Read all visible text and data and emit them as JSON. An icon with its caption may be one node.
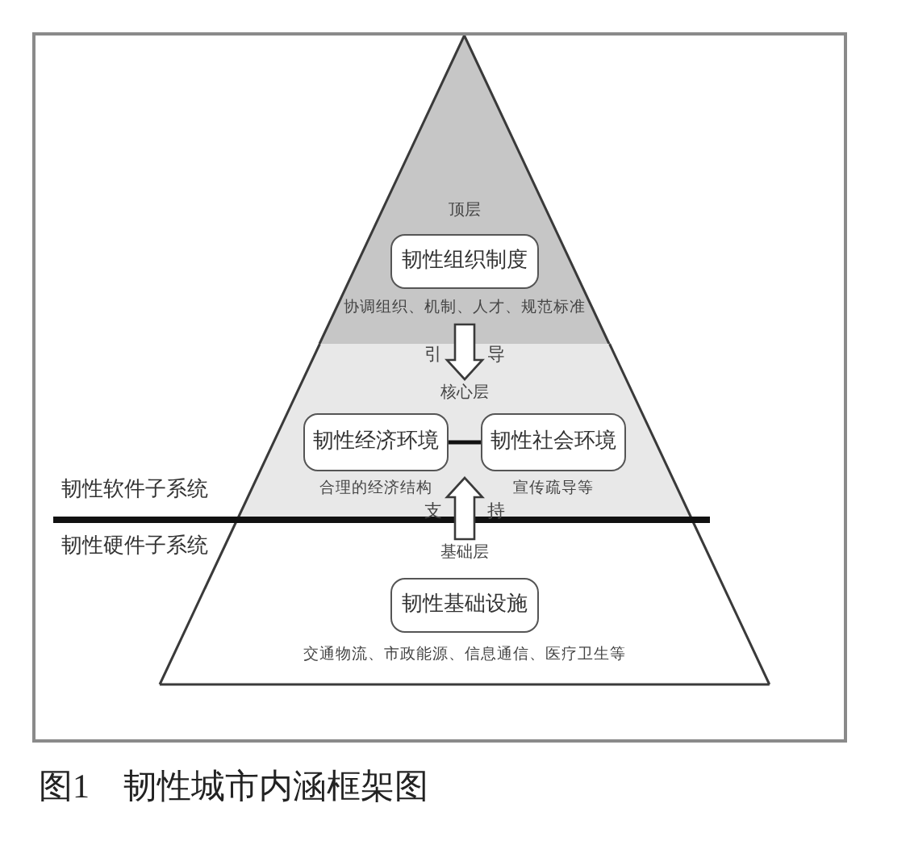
{
  "diagram": {
    "caption": "图1　韧性城市内涵框架图",
    "nodes": [
      {
        "text": [
          "顶层"
        ]
      },
      {
        "text": [
          "韧性组织制度"
        ],
        "in": 0,
        "beside": [
          "协调组织、机制、人才、规范标准"
        ]
      },
      {
        "text": [
          "核心层"
        ]
      },
      {
        "text": [
          "韧性经济环境"
        ],
        "in": 2,
        "beside": [
          "合理的经济结构"
        ]
      },
      {
        "text": [
          "韧性社会环境"
        ],
        "in": 2,
        "beside": [
          "宣传疏导等"
        ]
      },
      {
        "text": [
          "基础层"
        ]
      },
      {
        "text": [
          "韧性基础设施"
        ],
        "in": 5,
        "beside": [
          "交通物流、市政能源、信息通信、医疗卫生等"
        ]
      }
    ],
    "edges": [
      {
        "from": 0,
        "to": 2,
        "arrow": "to",
        "label": "引导"
      },
      {
        "from": 3,
        "to": 4,
        "arrow": "none"
      },
      {
        "from": 5,
        "to": 2,
        "arrow": "to",
        "label": "支持"
      }
    ],
    "labels": [
      "韧性软件子系统",
      "韧性硬件子系统"
    ]
  }
}
